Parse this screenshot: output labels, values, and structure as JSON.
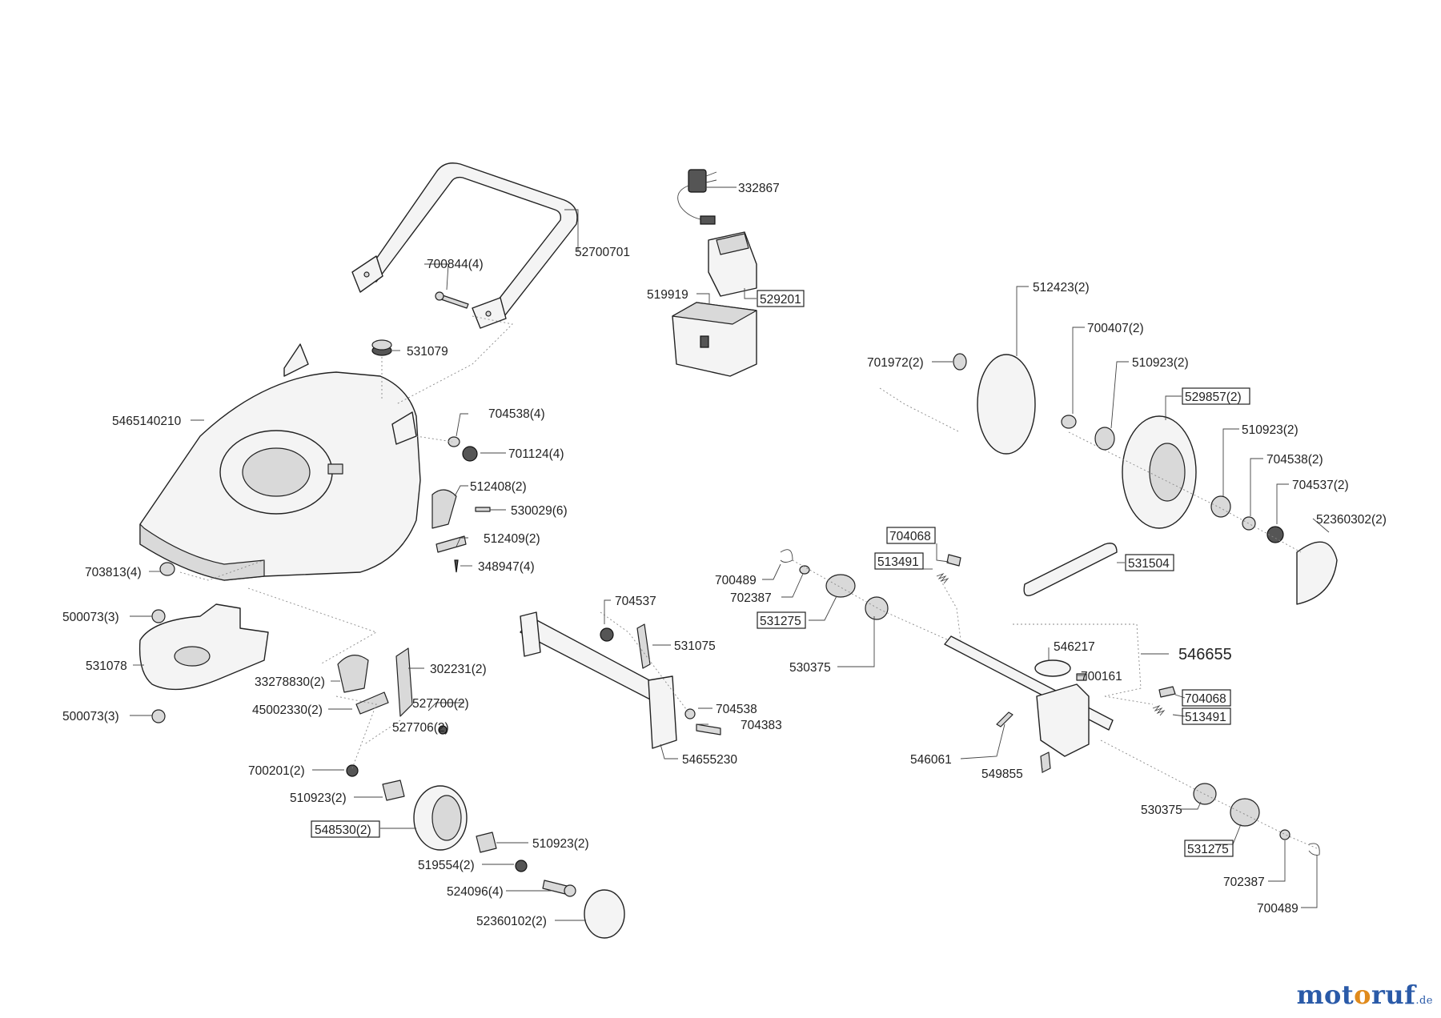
{
  "parts": [
    {
      "id": "p-332867",
      "number": "332867"
    },
    {
      "id": "p-52700701",
      "number": "52700701"
    },
    {
      "id": "p-700844",
      "number": "700844(4)"
    },
    {
      "id": "p-519919",
      "number": "519919"
    },
    {
      "id": "p-529201",
      "number": "529201",
      "boxed": true
    },
    {
      "id": "p-531079",
      "number": "531079"
    },
    {
      "id": "p-5465140210",
      "number": "5465140210"
    },
    {
      "id": "p-704538-4",
      "number": "704538(4)"
    },
    {
      "id": "p-701124",
      "number": "701124(4)"
    },
    {
      "id": "p-512408",
      "number": "512408(2)"
    },
    {
      "id": "p-530029",
      "number": "530029(6)"
    },
    {
      "id": "p-512409",
      "number": "512409(2)"
    },
    {
      "id": "p-348947",
      "number": "348947(4)"
    },
    {
      "id": "p-703813",
      "number": "703813(4)"
    },
    {
      "id": "p-500073-a",
      "number": "500073(3)"
    },
    {
      "id": "p-531078",
      "number": "531078"
    },
    {
      "id": "p-500073-b",
      "number": "500073(3)"
    },
    {
      "id": "p-33278830",
      "number": "33278830(2)"
    },
    {
      "id": "p-302231",
      "number": "302231(2)"
    },
    {
      "id": "p-45002330",
      "number": "45002330(2)"
    },
    {
      "id": "p-527700",
      "number": "527700(2)"
    },
    {
      "id": "p-527706",
      "number": "527706(2)"
    },
    {
      "id": "p-700201",
      "number": "700201(2)"
    },
    {
      "id": "p-510923-l1",
      "number": "510923(2)"
    },
    {
      "id": "p-548530",
      "number": "548530(2)",
      "boxed": true
    },
    {
      "id": "p-510923-l2",
      "number": "510923(2)"
    },
    {
      "id": "p-519554",
      "number": "519554(2)"
    },
    {
      "id": "p-524096",
      "number": "524096(4)"
    },
    {
      "id": "p-52360102",
      "number": "52360102(2)"
    },
    {
      "id": "p-704537-c",
      "number": "704537"
    },
    {
      "id": "p-531075",
      "number": "531075"
    },
    {
      "id": "p-704538-c",
      "number": "704538"
    },
    {
      "id": "p-704383",
      "number": "704383"
    },
    {
      "id": "p-54655230",
      "number": "54655230"
    },
    {
      "id": "p-512423",
      "number": "512423(2)"
    },
    {
      "id": "p-700407",
      "number": "700407(2)"
    },
    {
      "id": "p-701972",
      "number": "701972(2)"
    },
    {
      "id": "p-510923-r1",
      "number": "510923(2)"
    },
    {
      "id": "p-529857",
      "number": "529857(2)",
      "boxed": true
    },
    {
      "id": "p-510923-r2",
      "number": "510923(2)"
    },
    {
      "id": "p-704538-r",
      "number": "704538(2)"
    },
    {
      "id": "p-704537-r",
      "number": "704537(2)"
    },
    {
      "id": "p-52360302",
      "number": "52360302(2)"
    },
    {
      "id": "p-704068-a",
      "number": "704068",
      "boxed": true
    },
    {
      "id": "p-513491-a",
      "number": "513491",
      "boxed": true
    },
    {
      "id": "p-531504",
      "number": "531504",
      "boxed": true
    },
    {
      "id": "p-700489-a",
      "number": "700489"
    },
    {
      "id": "p-702387-a",
      "number": "702387"
    },
    {
      "id": "p-531275-a",
      "number": "531275",
      "boxed": true
    },
    {
      "id": "p-530375-a",
      "number": "530375"
    },
    {
      "id": "p-546217",
      "number": "546217"
    },
    {
      "id": "p-546655",
      "number": "546655",
      "big": true
    },
    {
      "id": "p-700161",
      "number": "700161"
    },
    {
      "id": "p-704068-b",
      "number": "704068",
      "boxed": true
    },
    {
      "id": "p-513491-b",
      "number": "513491",
      "boxed": true
    },
    {
      "id": "p-546061",
      "number": "546061"
    },
    {
      "id": "p-549855",
      "number": "549855"
    },
    {
      "id": "p-530375-b",
      "number": "530375"
    },
    {
      "id": "p-531275-b",
      "number": "531275",
      "boxed": true
    },
    {
      "id": "p-702387-b",
      "number": "702387"
    },
    {
      "id": "p-700489-b",
      "number": "700489"
    }
  ],
  "watermark": {
    "part1": "mot",
    "part2": "o",
    "part3": "ruf",
    "domain": ".de"
  }
}
